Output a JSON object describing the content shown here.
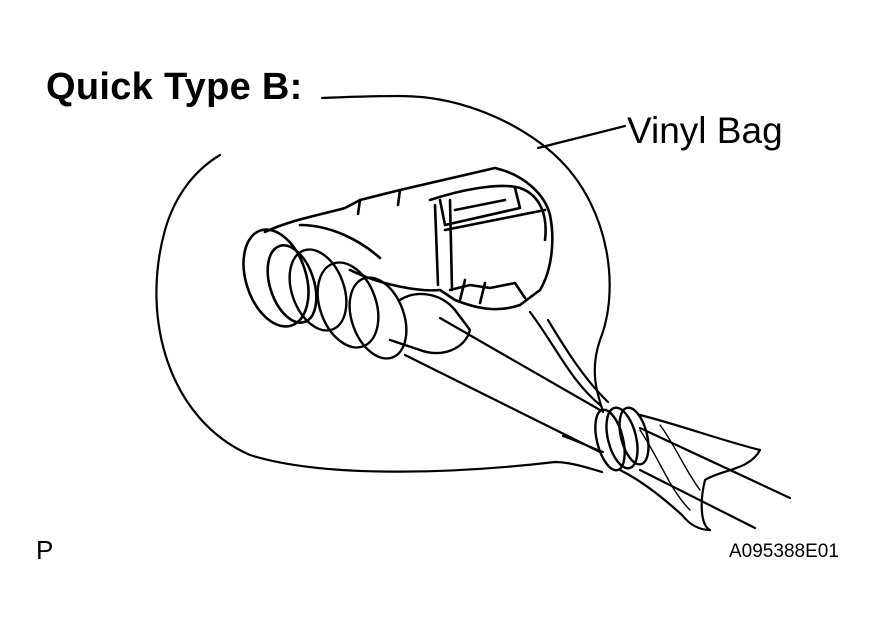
{
  "title": "Quick Type B:",
  "callout_label": "Vinyl Bag",
  "corner_letter": "P",
  "figure_code": "A095388E01",
  "colors": {
    "ink": "#000000",
    "paper": "#ffffff"
  },
  "parts": [
    "vinyl-bag",
    "quick-connector",
    "fuel-pipe",
    "rubber-band"
  ]
}
